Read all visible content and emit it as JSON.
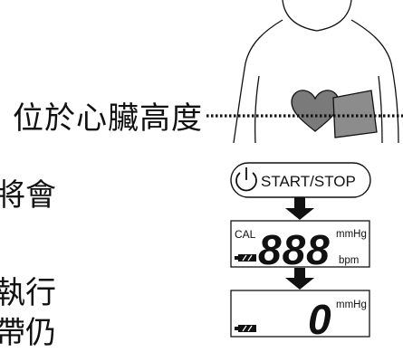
{
  "text": {
    "heart_level_label": "位於心臟高度",
    "left_fragment_1": "將會",
    "left_fragment_2": "執行",
    "left_fragment_3": "帶仍"
  },
  "button": {
    "label": "START/STOP",
    "icon": "power-icon"
  },
  "display_1": {
    "cal_label": "CAL",
    "digits": "888",
    "unit_pressure": "mmHg",
    "unit_pulse": "bpm",
    "battery_icon": "battery-icon"
  },
  "display_2": {
    "digits": "0",
    "unit_pressure": "mmHg",
    "battery_icon": "battery-icon"
  },
  "colors": {
    "heart": "#7a7a7a",
    "cuff": "#8c8c8c",
    "line": "#111111"
  }
}
